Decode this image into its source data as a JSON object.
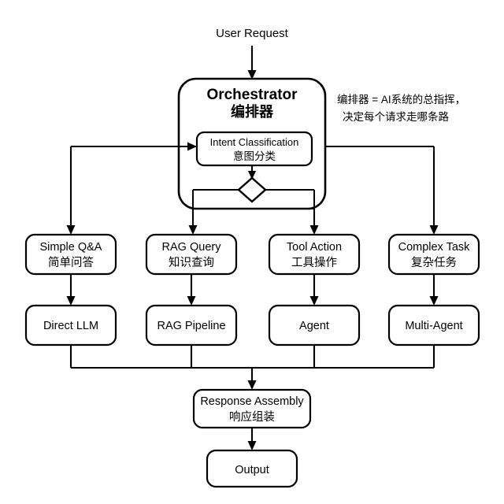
{
  "diagram": {
    "title_node": {
      "label_en": "Orchestrator",
      "label_cn": "编排器"
    },
    "source": {
      "label": "User Request"
    },
    "intent": {
      "label_en": "Intent Classification",
      "label_cn": "意图分类"
    },
    "annotation": {
      "line1": "编排器 = AI系统的总指挥，",
      "line2": "决定每个请求走哪条路"
    },
    "routes": [
      {
        "label_en": "Simple Q&A",
        "label_cn": "简单问答",
        "impl": "Direct LLM"
      },
      {
        "label_en": "RAG Query",
        "label_cn": "知识查询",
        "impl": "RAG Pipeline"
      },
      {
        "label_en": "Tool Action",
        "label_cn": "工具操作",
        "impl": "Agent"
      },
      {
        "label_en": "Complex Task",
        "label_cn": "复杂任务",
        "impl": "Multi-Agent"
      }
    ],
    "assembly": {
      "label_en": "Response Assembly",
      "label_cn": "响应组装"
    },
    "output": {
      "label": "Output"
    },
    "colors": {
      "stroke": "#000000",
      "fill": "#ffffff",
      "background": "#ffffff"
    }
  }
}
